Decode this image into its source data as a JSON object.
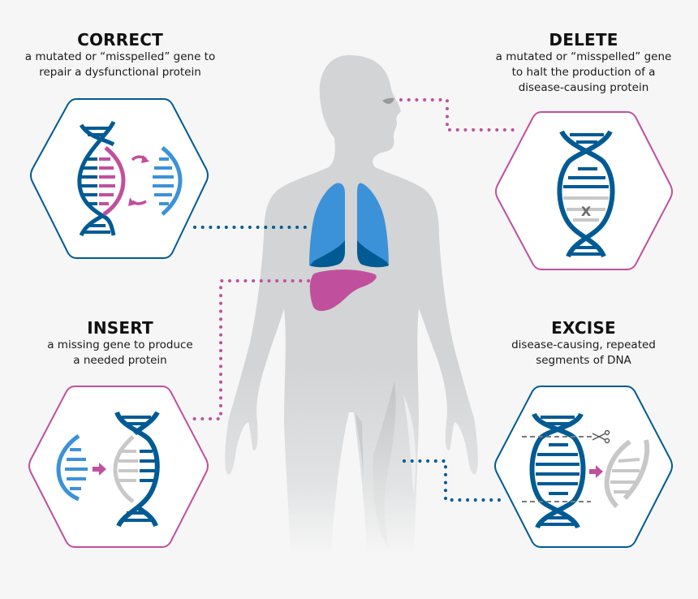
{
  "colors": {
    "background": "#f6f6f6",
    "body_silhouette": "#d3d4d5",
    "dark_blue": "#005b94",
    "light_blue": "#3c92d8",
    "magenta": "#c0509e",
    "gray_strand": "#c8c8c8",
    "x_mark": "#6b6b6b"
  },
  "panels": [
    {
      "id": "correct",
      "title": "CORRECT",
      "description_lines": [
        "a mutated or “misspelled” gene to",
        "repair a dysfunctional protein"
      ],
      "border_color": "#005b94",
      "target_organ": "lungs",
      "icon": "dna-swap-strand-icon"
    },
    {
      "id": "delete",
      "title": "DELETE",
      "description_lines": [
        "a mutated or “misspelled” gene",
        "to halt the production of a",
        "disease-causing protein"
      ],
      "border_color": "#c0509e",
      "target_organ": "eye",
      "icon": "dna-delete-x-icon",
      "mark": "X"
    },
    {
      "id": "insert",
      "title": "INSERT",
      "description_lines": [
        "a missing gene to produce",
        "a needed protein"
      ],
      "border_color": "#c0509e",
      "target_organ": "liver",
      "icon": "dna-insert-strand-icon"
    },
    {
      "id": "excise",
      "title": "EXCISE",
      "description_lines": [
        "disease-causing, repeated",
        "segments of DNA"
      ],
      "border_color": "#005b94",
      "target_organ": "leg-muscle",
      "icon": "dna-excise-scissors-icon"
    }
  ],
  "organs": [
    "eye",
    "lungs",
    "liver",
    "leg-muscle"
  ]
}
